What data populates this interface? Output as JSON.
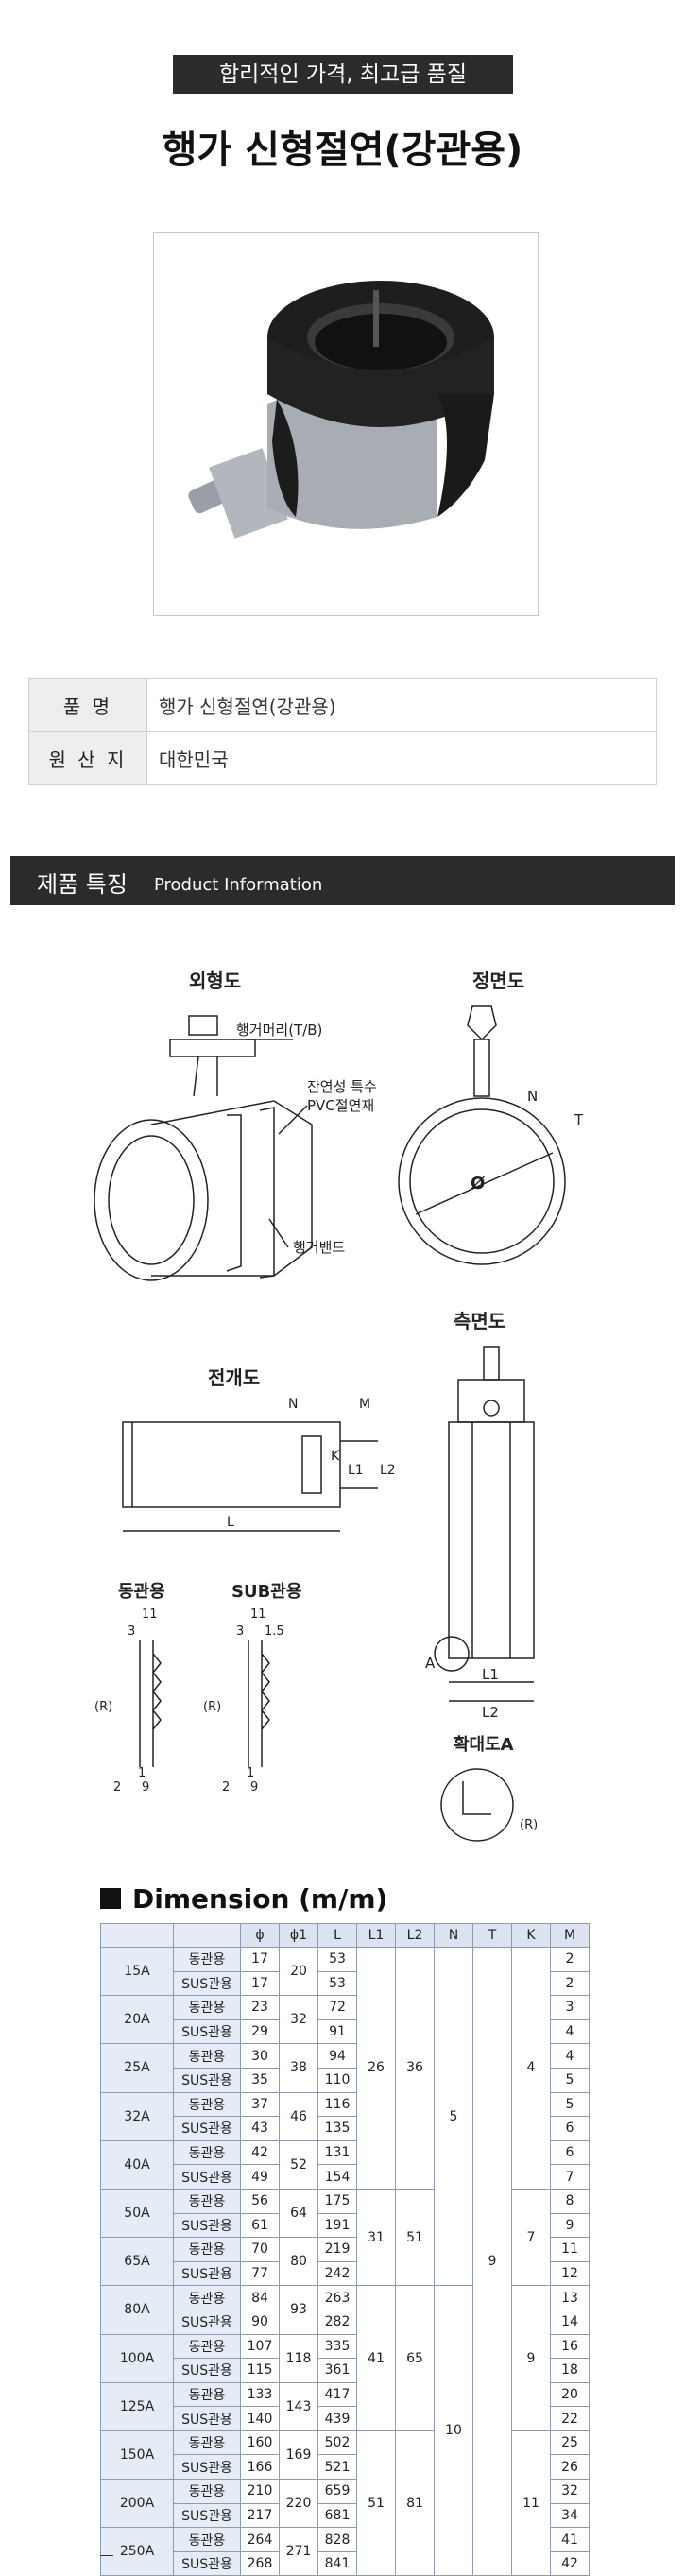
{
  "header": {
    "badge": "합리적인 가격, 최고급 품질",
    "title": "행가 신형절연(강관용)"
  },
  "product_image": {
    "icon": "pipe-hanger-photo"
  },
  "spec_table": [
    {
      "label": "품 명",
      "value": "행가 신형절연(강관용)"
    },
    {
      "label": "원 산 지",
      "value": "대한민국"
    }
  ],
  "section": {
    "title_ko": "제품 특징",
    "title_en": "Product Information"
  },
  "diagram": {
    "outer_view": "외형도",
    "hanger_head": "행거머리(T/B)",
    "pvc_line1": "잔연성 특수",
    "pvc_line2": "PVC절연재",
    "hanger_band": "행거밴드",
    "front_view": "정면도",
    "label_N": "N",
    "label_T": "T",
    "label_phi": "Ø",
    "side_view": "측면도",
    "development_view": "전개도",
    "label_M": "M",
    "label_K": "K",
    "label_L1": "L1",
    "label_L2": "L2",
    "label_L": "L",
    "label_A": "A",
    "copper_use": "동관용",
    "sub_use": "SUB관용",
    "num_11": "11",
    "num_3": "3",
    "num_15": "1.5",
    "num_2": "2",
    "num_1": "1",
    "num_9": "9",
    "label_R": "(R)",
    "enlarged_A": "확대도A"
  },
  "dimension": {
    "title": "Dimension (m/m)",
    "headers": [
      "",
      "",
      "ϕ",
      "ϕ1",
      "L",
      "L1",
      "L2",
      "N",
      "T",
      "K",
      "M"
    ],
    "rows": [
      {
        "size": "15A",
        "mat": "동관용",
        "phi": "17",
        "l": "53",
        "m": "2"
      },
      {
        "mat": "SUS관용",
        "phi": "17",
        "l": "53",
        "m": "2"
      },
      {
        "size": "20A",
        "mat": "동관용",
        "phi": "23",
        "l": "72",
        "m": "3"
      },
      {
        "mat": "SUS관용",
        "phi": "29",
        "l": "91",
        "m": "4"
      },
      {
        "size": "25A",
        "mat": "동관용",
        "phi": "30",
        "l": "94",
        "m": "4"
      },
      {
        "mat": "SUS관용",
        "phi": "35",
        "l": "110",
        "m": "5"
      },
      {
        "size": "32A",
        "mat": "동관용",
        "phi": "37",
        "l": "116",
        "m": "5"
      },
      {
        "mat": "SUS관용",
        "phi": "43",
        "l": "135",
        "m": "6"
      },
      {
        "size": "40A",
        "mat": "동관용",
        "phi": "42",
        "l": "131",
        "m": "6"
      },
      {
        "mat": "SUS관용",
        "phi": "49",
        "l": "154",
        "m": "7"
      },
      {
        "size": "50A",
        "mat": "동관용",
        "phi": "56",
        "l": "175",
        "m": "8"
      },
      {
        "mat": "SUS관용",
        "phi": "61",
        "l": "191",
        "m": "9"
      },
      {
        "size": "65A",
        "mat": "동관용",
        "phi": "70",
        "l": "219",
        "m": "11"
      },
      {
        "mat": "SUS관용",
        "phi": "77",
        "l": "242",
        "m": "12"
      },
      {
        "size": "80A",
        "mat": "동관용",
        "phi": "84",
        "l": "263",
        "m": "13"
      },
      {
        "mat": "SUS관용",
        "phi": "90",
        "l": "282",
        "m": "14"
      },
      {
        "size": "100A",
        "mat": "동관용",
        "phi": "107",
        "l": "335",
        "m": "16"
      },
      {
        "mat": "SUS관용",
        "phi": "115",
        "l": "361",
        "m": "18"
      },
      {
        "size": "125A",
        "mat": "동관용",
        "phi": "133",
        "l": "417",
        "m": "20"
      },
      {
        "mat": "SUS관용",
        "phi": "140",
        "l": "439",
        "m": "22"
      },
      {
        "size": "150A",
        "mat": "동관용",
        "phi": "160",
        "l": "502",
        "m": "25"
      },
      {
        "mat": "SUS관용",
        "phi": "166",
        "l": "521",
        "m": "26"
      },
      {
        "size": "200A",
        "mat": "동관용",
        "phi": "210",
        "l": "659",
        "m": "32"
      },
      {
        "mat": "SUS관용",
        "phi": "217",
        "l": "681",
        "m": "34"
      },
      {
        "size": "250A",
        "mat": "동관용",
        "phi": "264",
        "l": "828",
        "m": "41"
      },
      {
        "mat": "SUS관용",
        "phi": "268",
        "l": "841",
        "m": "42"
      }
    ],
    "phi1": [
      "20",
      "32",
      "38",
      "46",
      "52",
      "64",
      "80",
      "93",
      "118",
      "143",
      "169",
      "220",
      "271"
    ],
    "L1": [
      "26",
      "31",
      "41",
      "51"
    ],
    "L2": [
      "36",
      "51",
      "65",
      "81"
    ],
    "N": [
      "5",
      "10"
    ],
    "T": [
      "9"
    ],
    "K": [
      "4",
      "7",
      "9",
      "11"
    ]
  }
}
